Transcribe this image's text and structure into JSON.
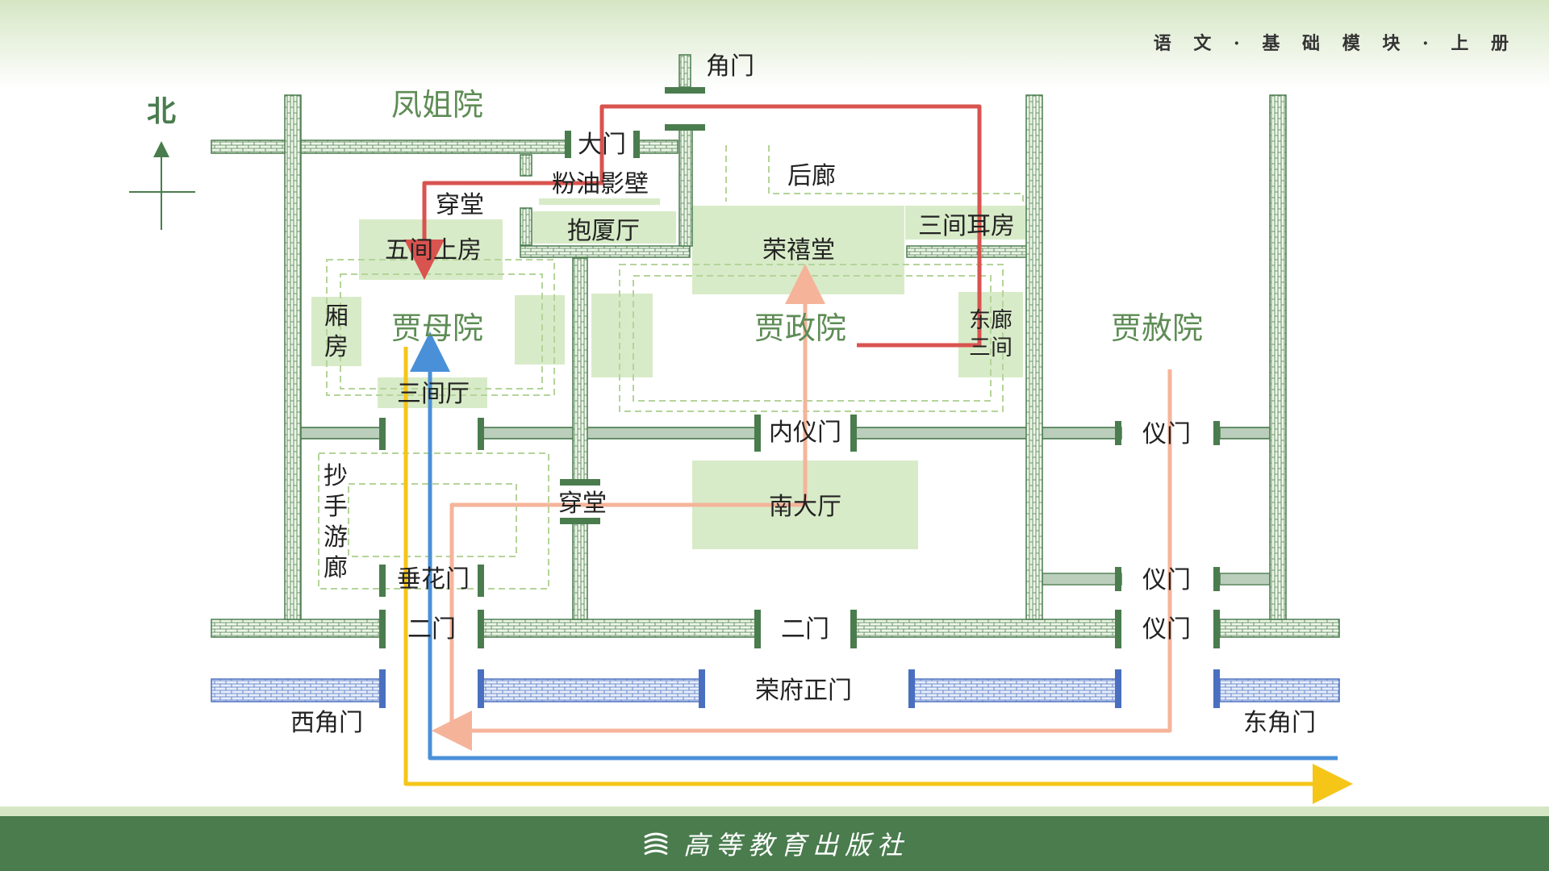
{
  "header": {
    "title": "语 文 · 基 础 模 块 · 上 册"
  },
  "compass": {
    "label": "北"
  },
  "courtyards": {
    "fengjie": "凤姐院",
    "jiamu": "贾母院",
    "jiazheng": "贾政院",
    "jiashe": "贾赦院"
  },
  "labels": {
    "jiaomen": "角门",
    "damen": "大门",
    "fenyou": "粉油影壁",
    "chuantang_north": "穿堂",
    "baoxia": "抱厦厅",
    "houlang": "后廊",
    "wujian": "五间上房",
    "rongxi": "荣禧堂",
    "sanjian_erfang": "三间耳房",
    "xiangfang": [
      "厢",
      "房"
    ],
    "donglang": [
      "东廊",
      "三间"
    ],
    "sanjianting": "三间厅",
    "neiyimen": "内仪门",
    "yimen": "仪门",
    "chaoshou": [
      "抄",
      "手",
      "游",
      "廊"
    ],
    "chuantang_south": "穿堂",
    "nandating": "南大厅",
    "chuihuamen": "垂花门",
    "ermen": "二门",
    "rongfu_zhengmen": "荣府正门",
    "xi_jiaomen": "西角门",
    "dong_jiaomen": "东角门"
  },
  "colors": {
    "wall": "#4a7c4e",
    "outer_wall": "#4a6fc0",
    "building": "#d8ebc8",
    "route_red": "#d9534f",
    "route_peach": "#f5b49a",
    "route_blue": "#4a90d9",
    "route_yellow": "#f5c518"
  },
  "footer": {
    "publisher": "高等教育出版社"
  }
}
